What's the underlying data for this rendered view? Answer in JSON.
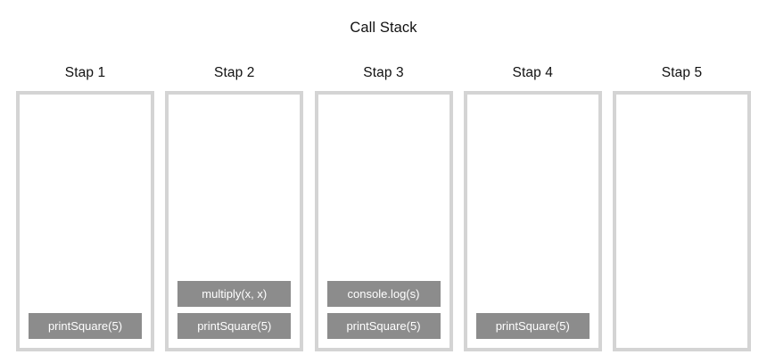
{
  "diagram": {
    "title": "Call Stack",
    "type": "call-stack-progression",
    "columns": [
      {
        "header": "Stap 1",
        "frames": [
          "printSquare(5)"
        ]
      },
      {
        "header": "Stap 2",
        "frames": [
          "multiply(x, x)",
          "printSquare(5)"
        ]
      },
      {
        "header": "Stap 3",
        "frames": [
          "console.log(s)",
          "printSquare(5)"
        ]
      },
      {
        "header": "Stap 4",
        "frames": [
          "printSquare(5)"
        ]
      },
      {
        "header": "Stap 5",
        "frames": []
      }
    ],
    "colors": {
      "background": "#ffffff",
      "column_border": "#d4d4d4",
      "frame_fill": "#8c8c8c",
      "frame_text": "#ffffff",
      "title_text": "#111111"
    }
  }
}
